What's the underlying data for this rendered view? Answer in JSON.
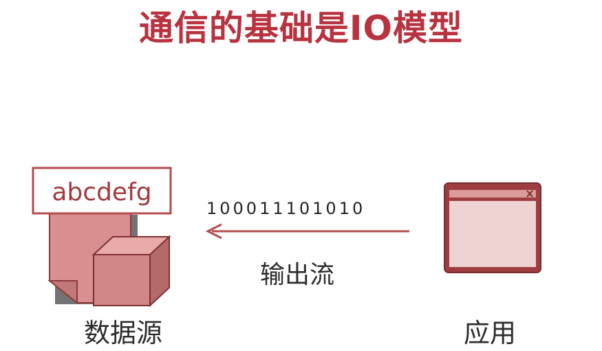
{
  "title": "通信的基础是IO模型",
  "source": {
    "tag": "abcdefg",
    "label": "数据源"
  },
  "stream": {
    "bits": "100011101010",
    "label": "输出流"
  },
  "app": {
    "label": "应用"
  },
  "colors": {
    "title": "#b8323f",
    "accent": "#a94a4d",
    "fill_light": "#dc9b9b",
    "fill_window": "#efd2d2"
  },
  "icons": {
    "source": "document-with-cube-icon",
    "app": "window-icon",
    "close": "close-icon"
  }
}
